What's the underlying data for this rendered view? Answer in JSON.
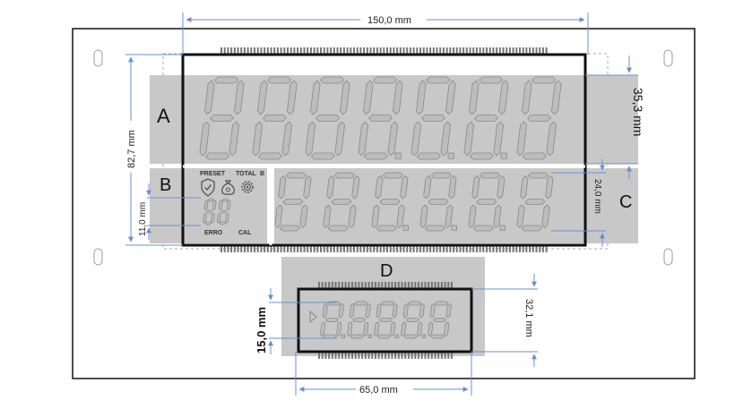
{
  "dimensions": {
    "overall_width": "150,0 mm",
    "overall_height": "82,7 mm",
    "section_a_height": "35,3 mm",
    "section_b_height": "11,0 mm",
    "section_c_height": "24,0 mm",
    "section_d_digit_height": "15,0 mm",
    "section_d_height": "32,1 mm",
    "section_d_width": "65,0 mm"
  },
  "section_labels": {
    "a": "A",
    "b": "B",
    "c": "C",
    "d": "D"
  },
  "indicators": {
    "preset": "PRESET",
    "total": "TOTAL",
    "total_suffix": "B",
    "erro": "ERRO",
    "cal": "CAL"
  },
  "icons": [
    "check-shield-icon",
    "money-bag-icon",
    "gear-icon",
    "play-triangle-icon"
  ],
  "colors": {
    "shade": "#c8c8c8",
    "segment_fill": "#bdbdbd",
    "segment_stroke": "#8a8a8a",
    "dimension_line": "#6a8fd0",
    "frame": "#111111"
  },
  "digit_counts": {
    "a": 7,
    "c": 6,
    "b": 2,
    "d": 5
  }
}
